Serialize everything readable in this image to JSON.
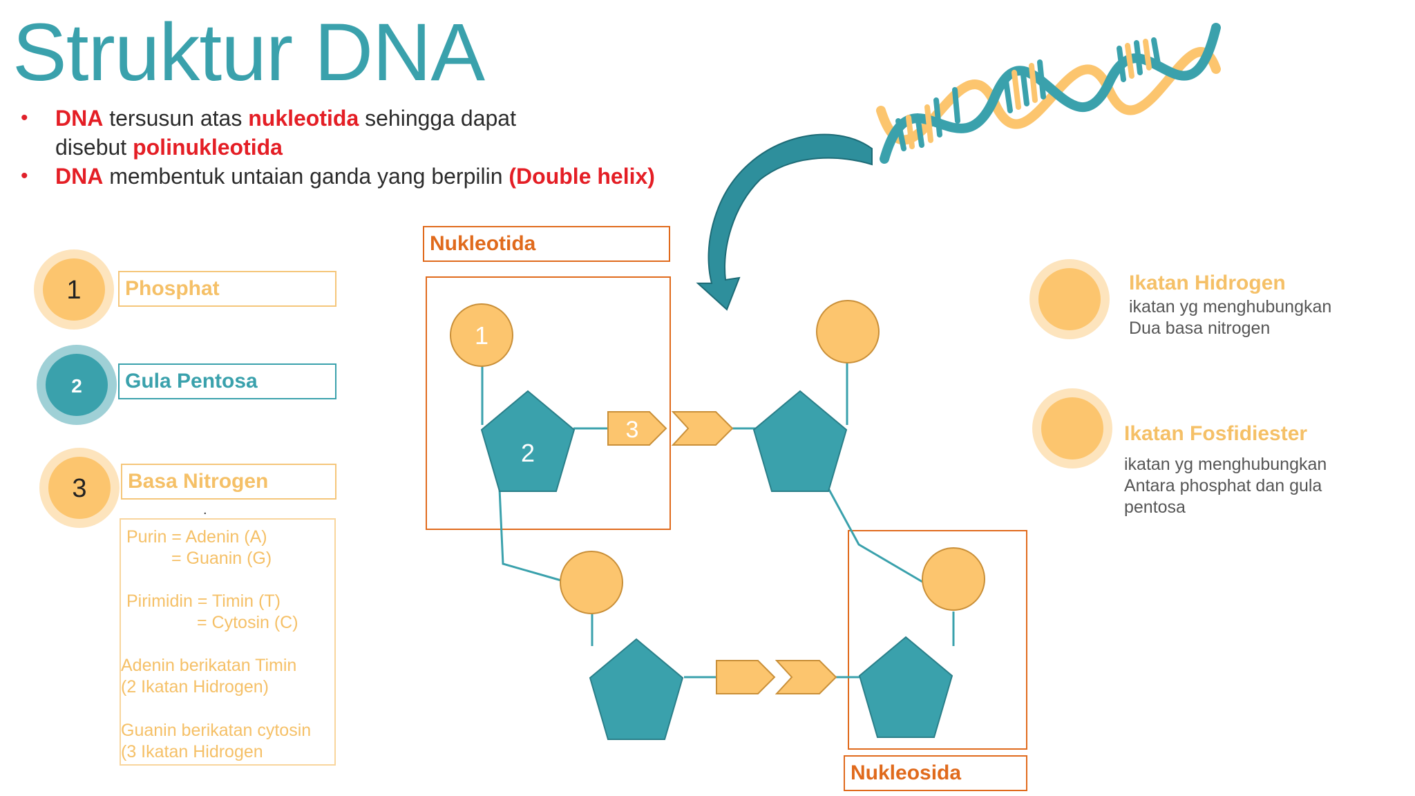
{
  "title": "Struktur DNA",
  "bullets": [
    {
      "b1": "DNA",
      "t1": " tersusun atas ",
      "b2": "nukleotida",
      "t2": " sehingga dapat"
    },
    {
      "t1": "disebut ",
      "b2": "polinukleotida"
    },
    {
      "b1": "DNA",
      "t1": " membentuk untaian ganda yang berpilin ",
      "b2": "(Double helix)"
    }
  ],
  "legend_left": {
    "items": [
      {
        "number": "1",
        "label": "Phosphat"
      },
      {
        "number": "2",
        "label": "Gula Pentosa"
      },
      {
        "number": "3",
        "label": "Basa Nitrogen"
      }
    ],
    "dot": ".",
    "basa_details": {
      "purin_1": "Purin = Adenin (A)",
      "purin_2": "= Guanin (G)",
      "pirimidin_1": "Pirimidin = Timin (T)",
      "pirimidin_2": "= Cytosin (C)",
      "adenin_1": "Adenin berikatan Timin",
      "adenin_2": "(2 Ikatan Hidrogen)",
      "guanin_1": "Guanin berikatan cytosin",
      "guanin_2": "(3 Ikatan Hidrogen"
    }
  },
  "diagram": {
    "nukleotida_label": "Nukleotida",
    "nukleosida_label": "Nukleosida",
    "phosphate_number": "1",
    "sugar_number": "2",
    "base_number": "3"
  },
  "legend_right": {
    "hidrogen": {
      "title": "Ikatan Hidrogen",
      "desc_1": "ikatan yg menghubungkan",
      "desc_2": "Dua basa nitrogen"
    },
    "fosfodiester": {
      "title": "Ikatan Fosfidiester",
      "desc_1": "ikatan yg menghubungkan",
      "desc_2": "Antara phosphat dan gula",
      "desc_3": "pentosa"
    }
  },
  "colors": {
    "teal": "#3aa1ac",
    "orange": "#fcc56e",
    "red": "#e41e25",
    "box_orange": "#e06a1c"
  },
  "icons": [
    "dna-helix-icon",
    "curved-arrow-icon"
  ]
}
